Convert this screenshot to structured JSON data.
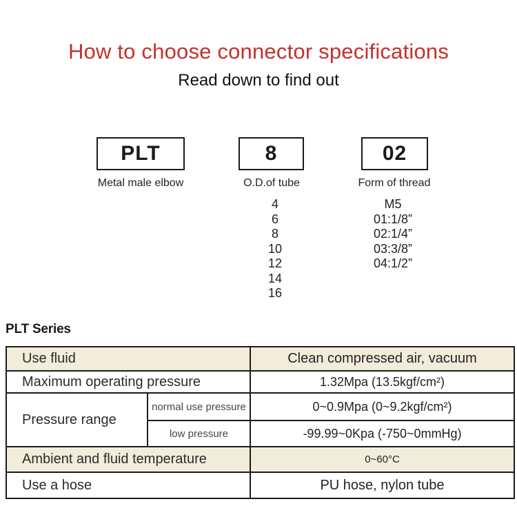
{
  "header": {
    "title": "How to choose connector specifications",
    "subtitle": "Read down to find out"
  },
  "selector": {
    "boxes": [
      {
        "code": "PLT",
        "label": "Metal male elbow"
      },
      {
        "code": "8",
        "label": "O.D.of tube"
      },
      {
        "code": "02",
        "label": "Form of thread"
      }
    ],
    "tube_sizes": [
      "4",
      "6",
      "8",
      "10",
      "12",
      "14",
      "16"
    ],
    "thread_forms": [
      "M5",
      "01:1/8”",
      "02:1/4”",
      "03:3/8”",
      "04:1/2”"
    ]
  },
  "series_heading": "PLT Series",
  "spec_table": {
    "rows": [
      {
        "label": "Use fluid",
        "value": "Clean compressed air, vacuum"
      },
      {
        "label": "Maximum operating pressure",
        "value": "1.32Mpa (13.5kgf/cm²)"
      },
      {
        "label": "Pressure range",
        "sub_rows": [
          {
            "sub_label": "normal use pressure",
            "value": "0~0.9Mpa (0~9.2kgf/cm²)"
          },
          {
            "sub_label": "low pressure",
            "value": "-99.99~0Kpa (-750~0mmHg)"
          }
        ]
      },
      {
        "label": "Ambient and fluid temperature",
        "value": "0~60°C"
      },
      {
        "label": "Use a hose",
        "value": "PU hose, nylon tube"
      }
    ]
  },
  "colors": {
    "accent_red": "#c3312c",
    "row_beige": "#f2ecdb",
    "border": "#1a1a1a"
  }
}
